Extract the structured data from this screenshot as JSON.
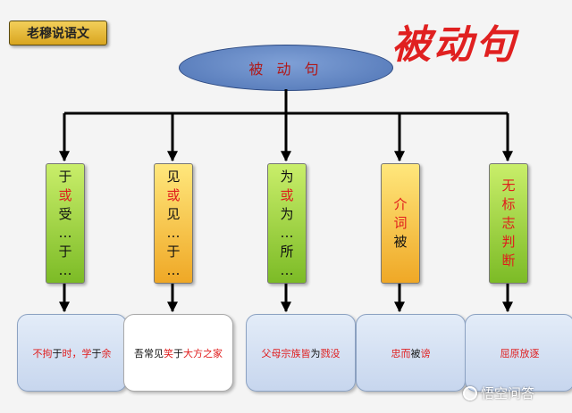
{
  "badge": "老穆说语文",
  "big_title": "被动句",
  "center_label": "被 动 句",
  "colors": {
    "red": "#e02020",
    "green": "#7cbb26",
    "orange": "#efa826",
    "ellipse": "#5b7fbf"
  },
  "columns": [
    {
      "color": "green",
      "pill": [
        {
          "t": "于",
          "c": "blk"
        },
        {
          "t": "或",
          "c": "red"
        },
        {
          "t": "受",
          "c": "blk"
        },
        {
          "t": "…",
          "c": "blk"
        },
        {
          "t": "于",
          "c": "blk"
        },
        {
          "t": "…",
          "c": "blk"
        }
      ],
      "example": [
        {
          "t": "不拘",
          "c": "red"
        },
        {
          "t": "于",
          "c": "blk"
        },
        {
          "t": "时，学",
          "c": "red"
        },
        {
          "t": "于",
          "c": "blk"
        },
        {
          "t": "余",
          "c": "red"
        }
      ],
      "box_style": "blue"
    },
    {
      "color": "orange",
      "pill": [
        {
          "t": "见",
          "c": "blk"
        },
        {
          "t": "或",
          "c": "red"
        },
        {
          "t": "见",
          "c": "blk"
        },
        {
          "t": "…",
          "c": "blk"
        },
        {
          "t": "于",
          "c": "blk"
        },
        {
          "t": "…",
          "c": "blk"
        }
      ],
      "example": [
        {
          "t": "吾常",
          "c": "blk"
        },
        {
          "t": "见",
          "c": "blk"
        },
        {
          "t": "笑",
          "c": "red"
        },
        {
          "t": "于",
          "c": "blk"
        },
        {
          "t": "大方之家",
          "c": "red"
        }
      ],
      "box_style": "white"
    },
    {
      "color": "green",
      "pill": [
        {
          "t": "为",
          "c": "blk"
        },
        {
          "t": "或",
          "c": "red"
        },
        {
          "t": "为",
          "c": "blk"
        },
        {
          "t": "…",
          "c": "blk"
        },
        {
          "t": "所",
          "c": "blk"
        },
        {
          "t": "…",
          "c": "blk"
        }
      ],
      "example": [
        {
          "t": "父母宗族皆",
          "c": "red"
        },
        {
          "t": "为",
          "c": "blk"
        },
        {
          "t": "戮没",
          "c": "red"
        }
      ],
      "box_style": "blue"
    },
    {
      "color": "orange",
      "pill": [
        {
          "t": "介",
          "c": "red"
        },
        {
          "t": "词",
          "c": "red"
        },
        {
          "t": "被",
          "c": "blk"
        }
      ],
      "example": [
        {
          "t": "忠而",
          "c": "red"
        },
        {
          "t": "被",
          "c": "blk"
        },
        {
          "t": "谤",
          "c": "red"
        }
      ],
      "box_style": "blue"
    },
    {
      "color": "green",
      "pill": [
        {
          "t": "无",
          "c": "red"
        },
        {
          "t": "标",
          "c": "red"
        },
        {
          "t": "志",
          "c": "red"
        },
        {
          "t": "判",
          "c": "red"
        },
        {
          "t": "断",
          "c": "red"
        }
      ],
      "example": [
        {
          "t": "屈原放逐",
          "c": "red"
        }
      ],
      "box_style": "blue"
    }
  ],
  "watermark": "悟空问答"
}
